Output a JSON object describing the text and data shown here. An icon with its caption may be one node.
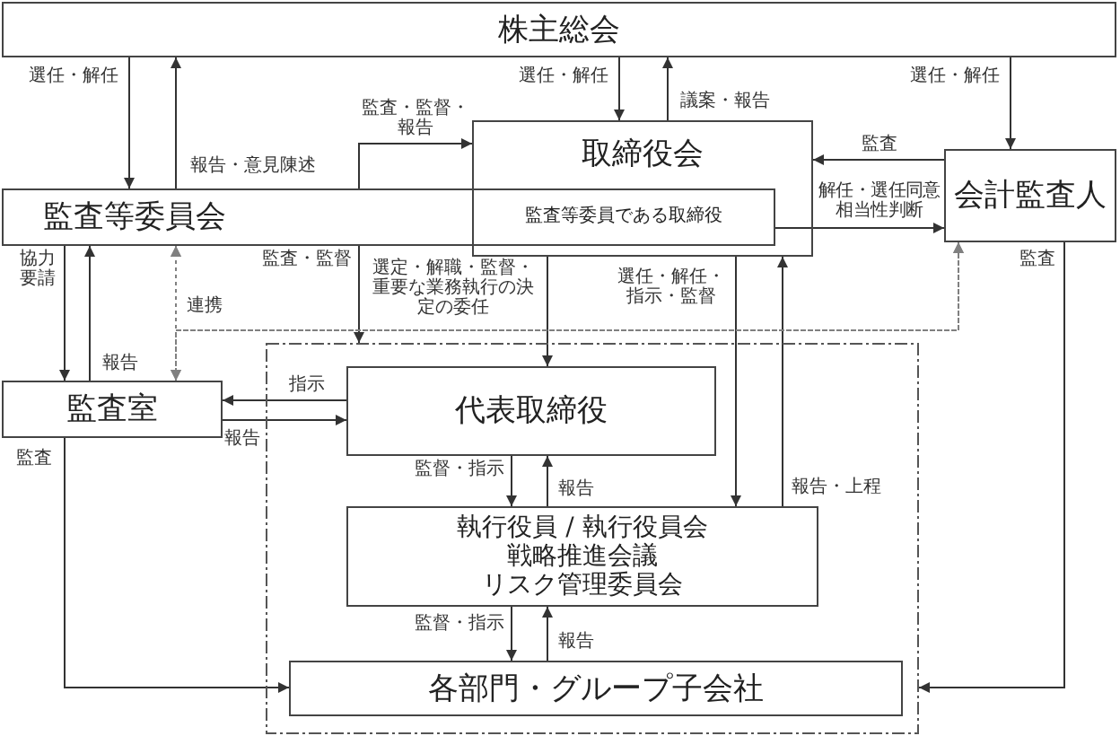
{
  "diagram": {
    "nodes": [
      {
        "text": [
          "株主総会"
        ]
      },
      {
        "text": [
          "取締役会"
        ]
      },
      {
        "text": [
          "監査等委員である取締役"
        ],
        "in": 1
      },
      {
        "text": [
          "会計監査人"
        ]
      },
      {
        "text": [
          "監査等委員会"
        ]
      },
      {
        "text": [
          "監査室"
        ]
      },
      {
        "text": [],
        "shape": "box"
      },
      {
        "text": [
          "代表取締役"
        ],
        "in": 6
      },
      {
        "text": [
          "執行役員 / 執行役員会",
          "戦略推進会議",
          "リスク管理委員会"
        ],
        "in": 6
      },
      {
        "text": [
          "各部門・グループ子会社"
        ],
        "in": 6
      }
    ],
    "edges": [
      {
        "from": 0,
        "to": 4,
        "arrow": "to",
        "label": "選任・解任"
      },
      {
        "from": 4,
        "to": 0,
        "arrow": "to",
        "label": "報告・意見陳述"
      },
      {
        "from": 4,
        "to": 1,
        "arrow": "to",
        "label": "監査・監督・報告"
      },
      {
        "from": 0,
        "to": 1,
        "arrow": "to",
        "label": "選任・解任"
      },
      {
        "from": 1,
        "to": 0,
        "arrow": "to",
        "label": "議案・報告"
      },
      {
        "from": 0,
        "to": 3,
        "arrow": "to",
        "label": "選任・解任"
      },
      {
        "from": 3,
        "to": 1,
        "arrow": "to",
        "label": "監査"
      },
      {
        "from": 2,
        "to": 3,
        "arrow": "to",
        "label": "解任・選任同意相当性判断"
      },
      {
        "from": 4,
        "to": 6,
        "arrow": "to",
        "label": "監査・監督"
      },
      {
        "from": 1,
        "to": 7,
        "arrow": "to",
        "label": "選定・解職・監督・重要な業務執行の決定の委任"
      },
      {
        "from": 1,
        "to": 8,
        "arrow": "to",
        "label": "選任・解任・指示・監督"
      },
      {
        "from": 8,
        "to": 1,
        "arrow": "to",
        "label": "報告・上程"
      },
      {
        "from": 3,
        "to": 6,
        "arrow": "to",
        "label": "監査"
      },
      {
        "from": 4,
        "to": 5,
        "arrow": "to",
        "label": "協力要請"
      },
      {
        "from": 5,
        "to": 4,
        "arrow": "to",
        "label": "報告"
      },
      {
        "from": 4,
        "to": 5,
        "arrow": "both",
        "label": "連携",
        "style": "dashed",
        "color": "#808080"
      },
      {
        "from": 4,
        "to": 3,
        "arrow": "both",
        "style": "dashed",
        "color": "#808080"
      },
      {
        "from": 5,
        "to": 3,
        "arrow": "both",
        "style": "dashed",
        "color": "#808080"
      },
      {
        "from": 7,
        "to": 5,
        "arrow": "to",
        "label": "指示"
      },
      {
        "from": 5,
        "to": 7,
        "arrow": "to",
        "label": "報告"
      },
      {
        "from": 5,
        "to": 9,
        "arrow": "to",
        "label": "監査"
      },
      {
        "from": 7,
        "to": 8,
        "arrow": "to",
        "label": "監督・指示"
      },
      {
        "from": 8,
        "to": 7,
        "arrow": "to",
        "label": "報告"
      },
      {
        "from": 8,
        "to": 9,
        "arrow": "to",
        "label": "監督・指示"
      },
      {
        "from": 9,
        "to": 8,
        "arrow": "to",
        "label": "報告"
      }
    ]
  }
}
